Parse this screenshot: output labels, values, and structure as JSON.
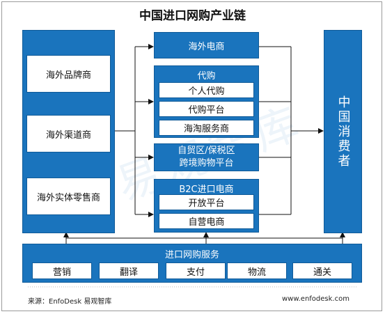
{
  "title": "中国进口网购产业链",
  "left_column": {
    "items": [
      "海外品牌商",
      "海外渠道商",
      "海外实体零售商"
    ]
  },
  "middle_column": {
    "overseas_ecommerce": "海外电商",
    "daigou": {
      "header": "代购",
      "items": [
        "个人代购",
        "代购平台",
        "海淘服务商"
      ]
    },
    "ftz": {
      "line1": "自贸区/保税区",
      "line2": "跨境购物平台"
    },
    "b2c": {
      "header": "B2C进口电商",
      "items": [
        "开放平台",
        "自营电商"
      ]
    }
  },
  "right_column": {
    "label": "中国消费者"
  },
  "services": {
    "header": "进口网购服务",
    "items": [
      "营销",
      "翻译",
      "支付",
      "物流",
      "通关"
    ]
  },
  "footer": {
    "source": "来源：EnfoDesk 易观智库",
    "url": "www.enfodesk.com"
  },
  "watermark": "易观智库",
  "colors": {
    "accent": "#1a74bd",
    "border": "#0f5a98"
  }
}
